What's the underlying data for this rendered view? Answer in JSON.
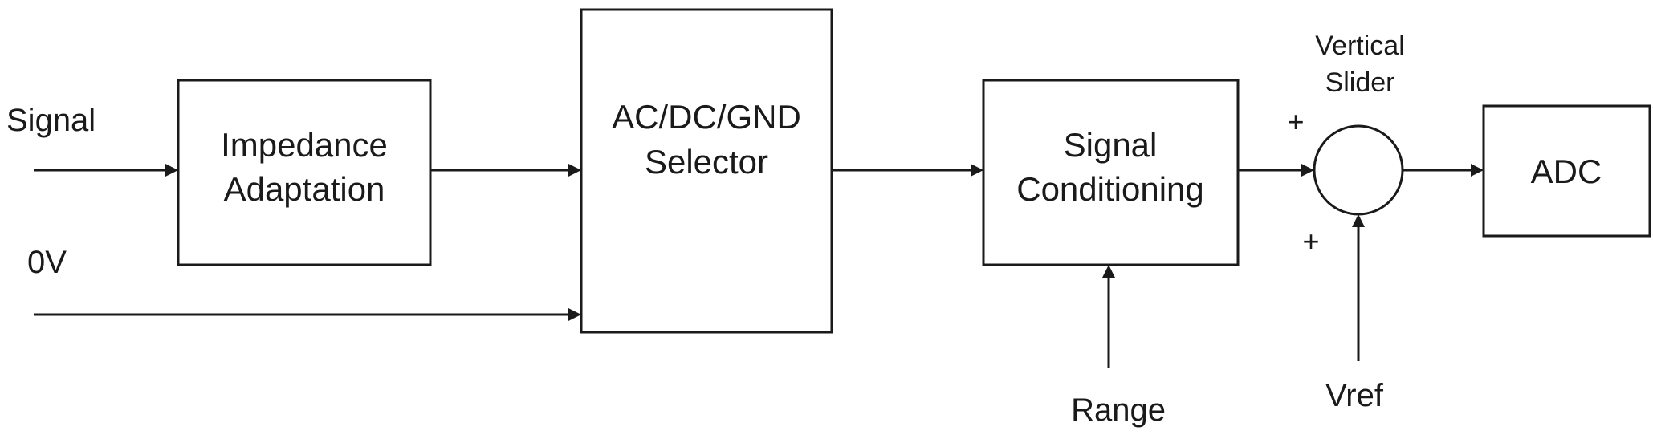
{
  "inputs": {
    "signal": "Signal",
    "zero_volt": "0V",
    "range": "Range",
    "vref": "Vref"
  },
  "blocks": {
    "impedance": {
      "line1": "Impedance",
      "line2": "Adaptation"
    },
    "selector": {
      "line1": "AC/DC/GND",
      "line2": "Selector"
    },
    "conditioning": {
      "line1": "Signal",
      "line2": "Conditioning"
    },
    "adc": {
      "label": "ADC"
    }
  },
  "summer": {
    "title_line1": "Vertical",
    "title_line2": "Slider",
    "sign_top": "+",
    "sign_bottom": "+"
  }
}
